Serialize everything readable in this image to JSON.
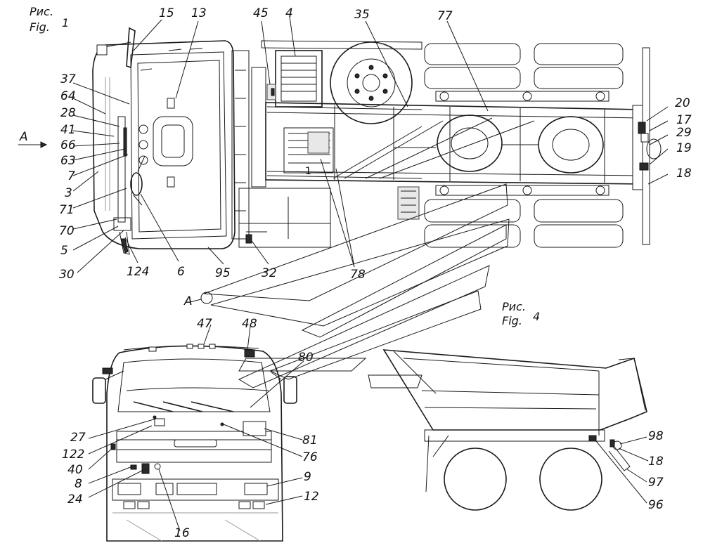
{
  "figure1": {
    "line1": "Рис.",
    "line2": "Fig.",
    "number": "1"
  },
  "figure4": {
    "line1": "Рис.",
    "line2": "Fig.",
    "number": "4"
  },
  "view_markers": {
    "arrow_label": "A",
    "section_label": "A"
  },
  "callouts": {
    "c15": "15",
    "c13": "13",
    "c45": "45",
    "c4": "4",
    "c35": "35",
    "c77": "77",
    "c37": "37",
    "c64": "64",
    "c28": "28",
    "c41": "41",
    "c66": "66",
    "c63": "63",
    "c7": "7",
    "c3": "3",
    "c71": "71",
    "c70": "70",
    "c5": "5",
    "c30": "30",
    "c124": "124",
    "c6": "6",
    "c95": "95",
    "c32": "32",
    "c78": "78",
    "c20": "20",
    "c17": "17",
    "c29": "29",
    "c19": "19",
    "c18a": "18",
    "c47": "47",
    "c48": "48",
    "c80": "80",
    "c27": "27",
    "c122": "122",
    "c40": "40",
    "c8": "8",
    "c24": "24",
    "c81": "81",
    "c76": "76",
    "c9": "9",
    "c12": "12",
    "c16": "16",
    "c98": "98",
    "c18b": "18",
    "c97": "97",
    "c96": "96"
  },
  "labels_in_drawing": {
    "bracket_marker": "1"
  }
}
